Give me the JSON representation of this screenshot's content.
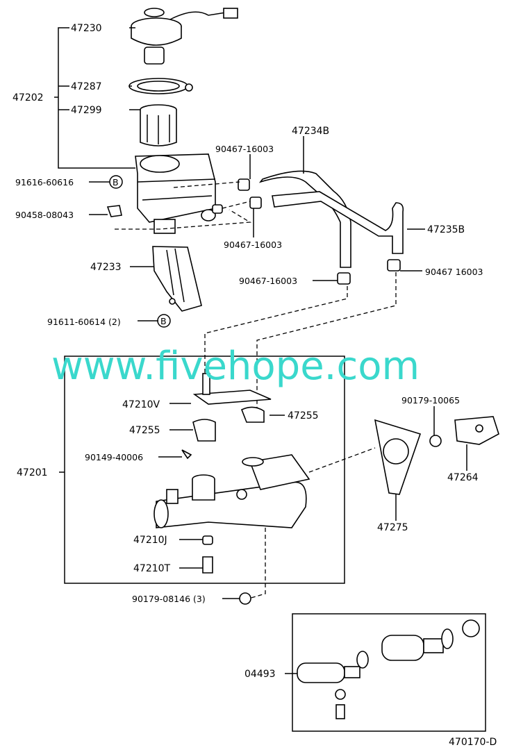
{
  "diagram": {
    "watermark": "www.fivehope.com",
    "figure_code": "470170-D",
    "labels": {
      "l47230": "47230",
      "l47287": "47287",
      "l47202": "47202",
      "l47299": "47299",
      "l47234B": "47234B",
      "l90467a": "90467-16003",
      "l91616": "91616-60616",
      "markB1": "B",
      "l90458": "90458-08043",
      "l90467b": "90467-16003",
      "l47235B": "47235B",
      "l47233": "47233",
      "l90467c": "90467-16003",
      "l90467d": "90467  16003",
      "l91611": "91611-60614 (2)",
      "markB2": "B",
      "l47210V": "47210V",
      "l47255a": "47255",
      "l47255b": "47255",
      "l90179a": "90179-10065",
      "l90149": "90149-40006",
      "l47201": "47201",
      "l47264": "47264",
      "l47275": "47275",
      "l47210J": "47210J",
      "l47210T": "47210T",
      "l90179b": "90179-08146 (3)",
      "l04493": "04493"
    }
  }
}
